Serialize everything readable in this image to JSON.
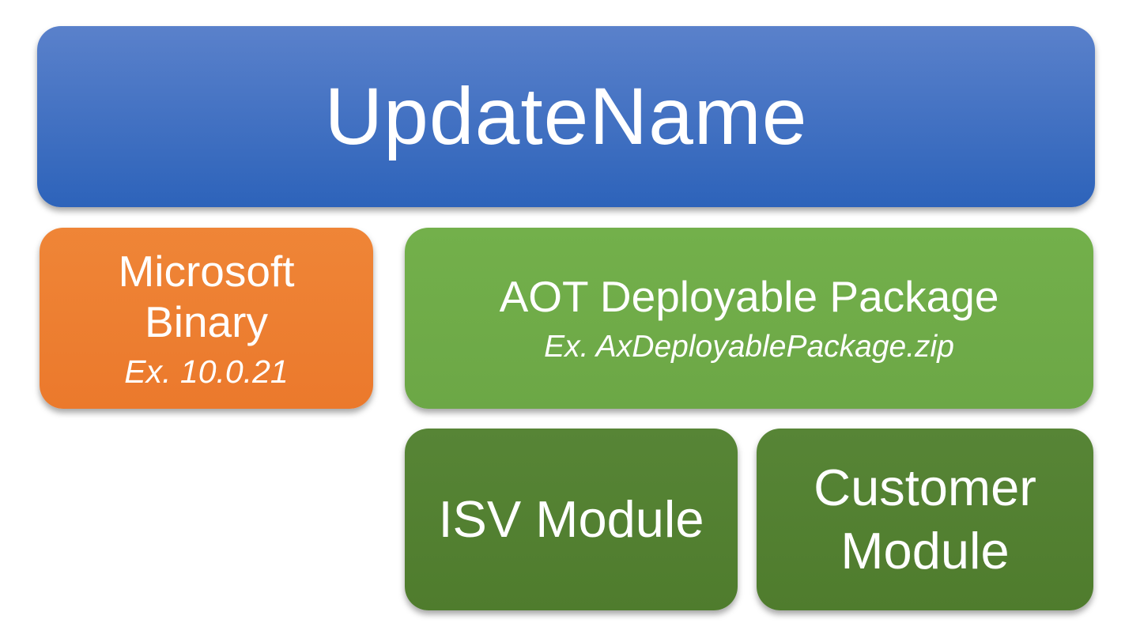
{
  "diagram": {
    "text_color": "#ffffff",
    "update_name_box": {
      "label": "UpdateName",
      "fill_top": "#5a81cb",
      "fill_bottom": "#2d63ba"
    },
    "microsoft_binary_box": {
      "title": "Microsoft Binary",
      "example": "Ex. 10.0.21",
      "fill": "#ed7d31"
    },
    "aot_package_box": {
      "title": "AOT Deployable Package",
      "example": "Ex. AxDeployablePackage.zip",
      "fill": "#70ad47"
    },
    "isv_module_box": {
      "title": "ISV Module",
      "fill": "#548235"
    },
    "customer_module_box": {
      "title": "Customer Module",
      "fill": "#548235"
    }
  }
}
